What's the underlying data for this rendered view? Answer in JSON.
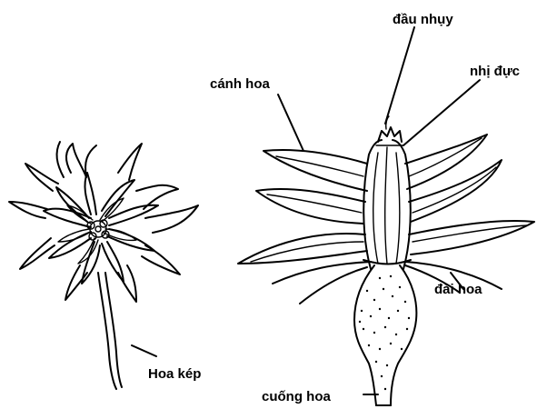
{
  "labels": {
    "stigma": "đầu nhụy",
    "stamen": "nhị đực",
    "petal": "cánh hoa",
    "sepal": "đài hoa",
    "double_flower": "Hoa kép",
    "pedicel": "cuống hoa"
  },
  "colors": {
    "ink": "#000000",
    "background": "#ffffff"
  }
}
